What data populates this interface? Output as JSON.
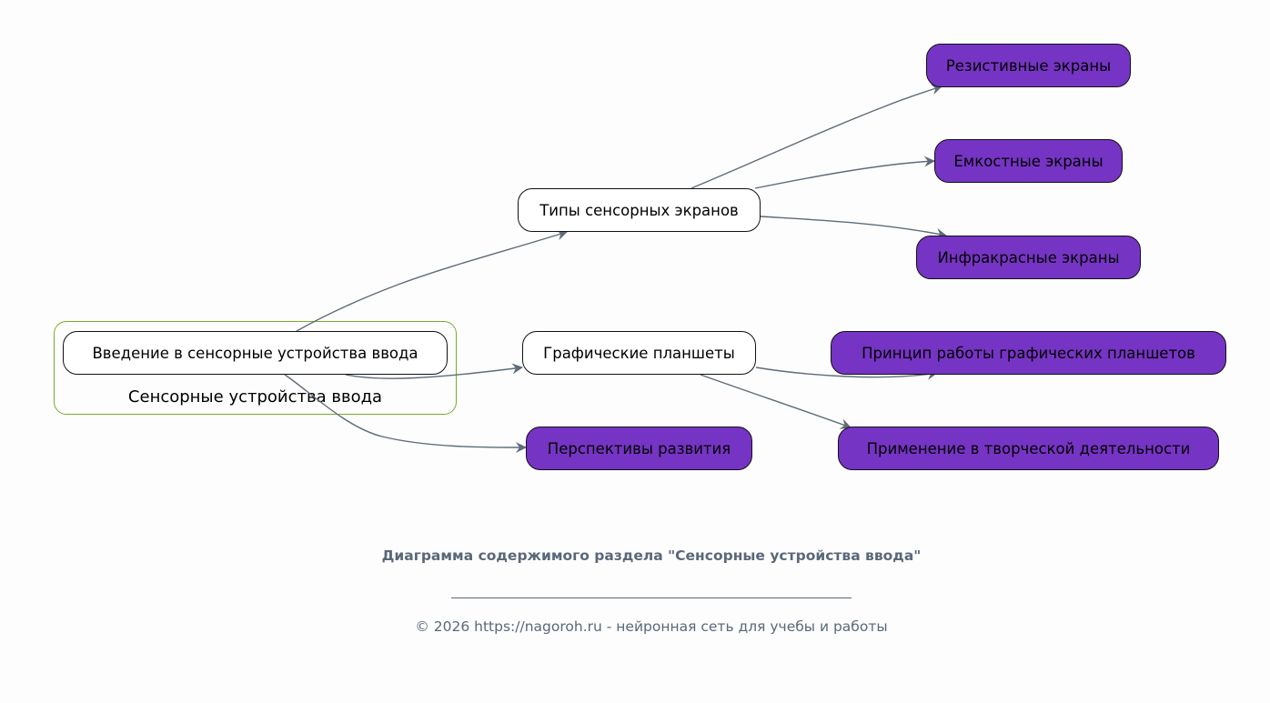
{
  "cluster": {
    "label": "Сенсорные устройства ввода",
    "border_color": "#7aab2a"
  },
  "nodes": {
    "intro": "Введение в сенсорные устройства ввода",
    "types": "Типы сенсорных экранов",
    "tablets": "Графические планшеты",
    "perspectives": "Перспективы развития",
    "resistive": "Резистивные экраны",
    "capacitive": "Емкостные экраны",
    "infrared": "Инфракрасные экраны",
    "principle": "Принцип работы графических планшетов",
    "creative": "Применение в творческой деятельности"
  },
  "colors": {
    "leaf": "#7634c4",
    "edge": "#5f6b78",
    "caption": "#5a6878"
  },
  "caption": {
    "title": "Диаграмма содержимого раздела \"Сенсорные устройства ввода\"",
    "footer": "© 2026 https://nagoroh.ru - нейронная сеть для учебы и работы"
  }
}
